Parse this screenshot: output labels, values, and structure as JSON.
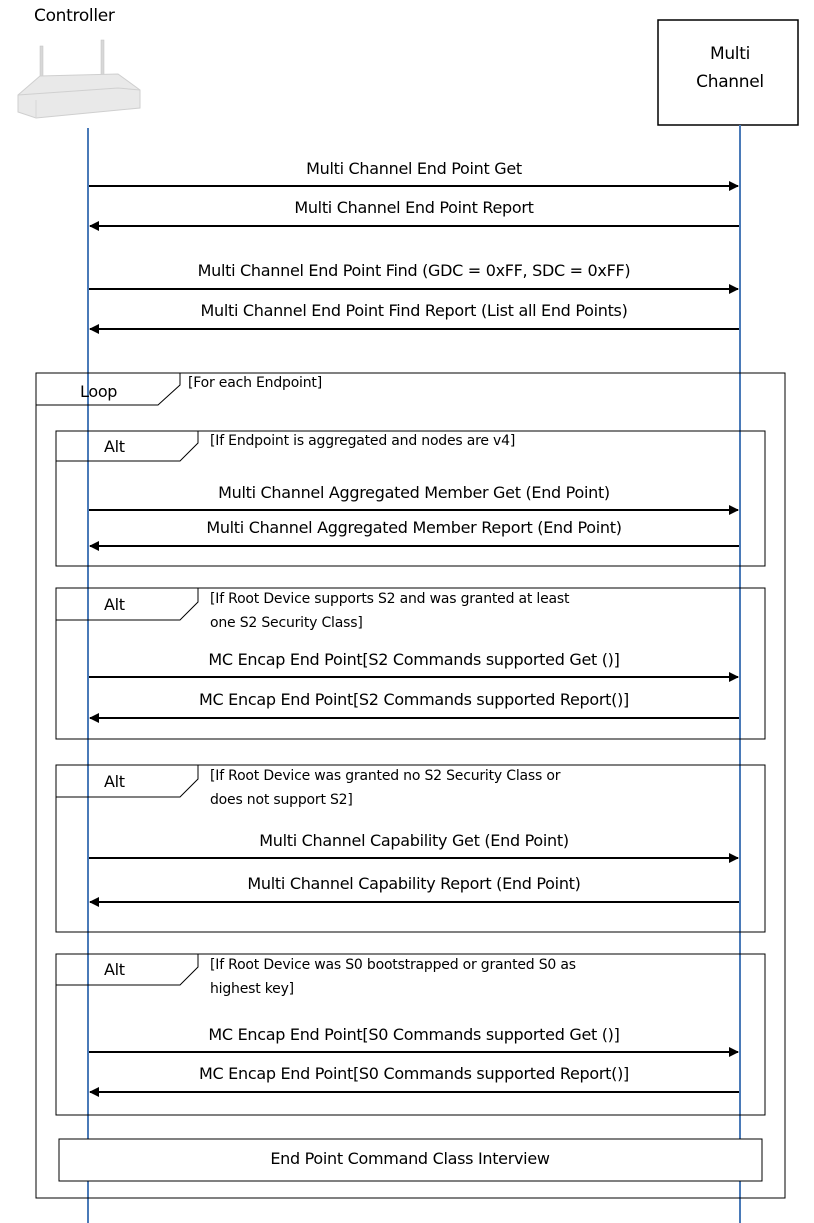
{
  "participants": {
    "controller": {
      "label": "Controller",
      "icon": "router-icon"
    },
    "multi_channel": {
      "label_line1": "Multi",
      "label_line2": "Channel"
    }
  },
  "messages": {
    "m1": "Multi Channel End Point Get",
    "m2": "Multi Channel End Point Report",
    "m3": "Multi Channel End Point Find (GDC = 0xFF, SDC = 0xFF)",
    "m4": "Multi Channel End Point Find Report (List all End Points)",
    "m5": "Multi Channel Aggregated Member Get (End Point)",
    "m6": "Multi Channel Aggregated Member Report (End Point)",
    "m7": "MC Encap End Point[S2 Commands supported Get ()]",
    "m8": "MC Encap End Point[S2 Commands supported Report()]",
    "m9": "Multi Channel Capability Get (End Point)",
    "m10": "Multi Channel Capability Report (End Point)",
    "m11": "MC Encap End Point[S0 Commands supported Get ()]",
    "m12": "MC Encap End Point[S0 Commands supported Report()]"
  },
  "loop": {
    "keyword": "Loop",
    "guard": "[For each Endpoint]"
  },
  "alts": {
    "a1": {
      "keyword": "Alt",
      "guard_line1": "[If Endpoint is aggregated and nodes are v4]",
      "guard_line2": ""
    },
    "a2": {
      "keyword": "Alt",
      "guard_line1": "[If Root Device supports S2 and was granted at least",
      "guard_line2": "one S2 Security Class]"
    },
    "a3": {
      "keyword": "Alt",
      "guard_line1": "[If Root Device was granted no S2 Security Class or",
      "guard_line2": "does not support S2]"
    },
    "a4": {
      "keyword": "Alt",
      "guard_line1": "[If Root Device was S0 bootstrapped or granted S0 as",
      "guard_line2": "highest key]"
    }
  },
  "interview_box": {
    "label": "End Point Command Class Interview"
  },
  "colors": {
    "lifeline": "#4a7ab8",
    "line": "#000000"
  }
}
